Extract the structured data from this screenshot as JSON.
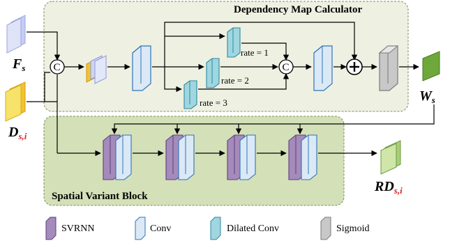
{
  "regions": {
    "dependency_title": "Dependency Map Calculator",
    "spatial_title": "Spatial Variant Block"
  },
  "inputs": {
    "fs": {
      "main": "F",
      "sub": "s"
    },
    "ds": {
      "main": "D",
      "sub": "s,i"
    }
  },
  "outputs": {
    "ws": {
      "main": "W",
      "sub": "s"
    },
    "rd": {
      "main": "RD",
      "sub": "s,i"
    }
  },
  "operators": {
    "concat": "C",
    "plus": "+"
  },
  "rates": [
    "rate = 1",
    "rate = 2",
    "rate = 3"
  ],
  "legend": [
    {
      "label": "SVRNN",
      "icon": "svrnn-block-icon"
    },
    {
      "label": "Conv",
      "icon": "conv-block-icon"
    },
    {
      "label": "Dilated Conv",
      "icon": "dilated-conv-block-icon"
    },
    {
      "label": "Sigmoid",
      "icon": "sigmoid-block-icon"
    }
  ],
  "colors": {
    "dependency_bg": "#eef0e2",
    "spatial_bg": "#d4e0b8",
    "conv_fill": "#dbe9f6",
    "conv_stroke": "#2f73b8",
    "dilated_fill": "#9fd6e0",
    "dilated_stroke": "#2e8a9e",
    "svrnn_fill": "#a58bbb",
    "sigmoid_fill": "#c8c8c8",
    "fs_fill": "#c6cdf1",
    "ds_fill": "#f7e26a",
    "ws_fill": "#6fa83a",
    "rd_fill": "#cfe6a8",
    "red_subscript": "#e02020"
  }
}
